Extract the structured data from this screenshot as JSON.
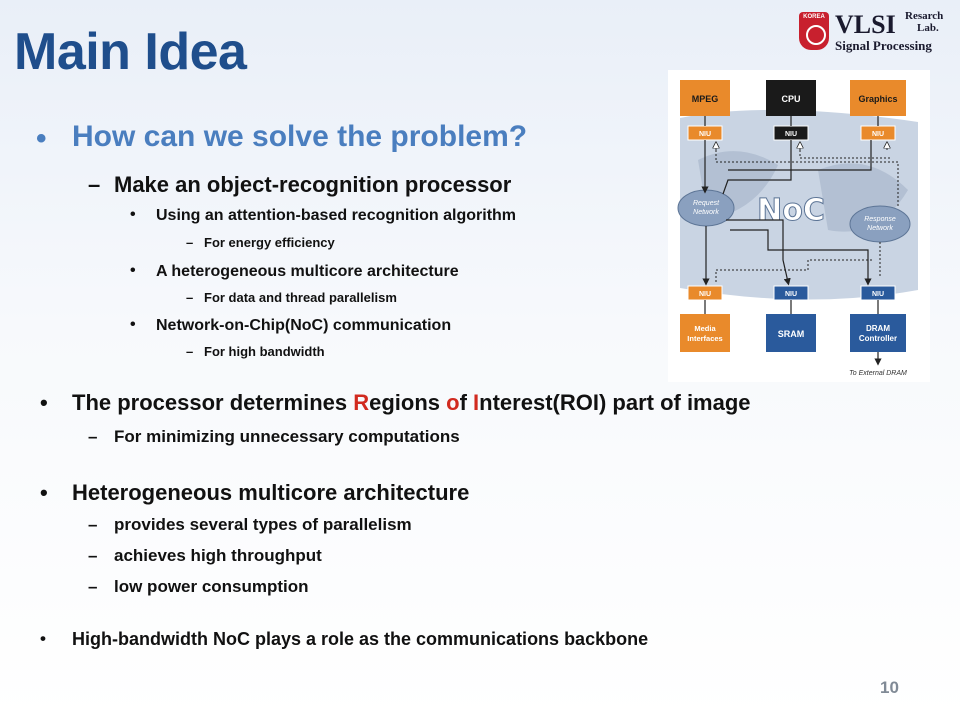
{
  "title": "Main Idea",
  "logo": {
    "seal_text": "KOREA",
    "name": "VLSI",
    "research": "Resarch",
    "lab": "Lab.",
    "division": "Signal Processing"
  },
  "content": {
    "q1": "How can we solve the problem?",
    "q1_sub": "Make an object-recognition processor",
    "items": [
      {
        "text": "Using an attention-based recognition algorithm",
        "sub": "For energy efficiency"
      },
      {
        "text": "A heterogeneous multicore architecture",
        "sub": "For data and thread parallelism"
      },
      {
        "text": "Network-on-Chip(NoC) communication",
        "sub": "For high bandwidth"
      }
    ],
    "roi": {
      "p1": "The processor determines ",
      "r": "R",
      "p2": "egions ",
      "o": "o",
      "p3": "f ",
      "i": "I",
      "p4": "nterest(ROI) part of image",
      "sub": "For minimizing unnecessary computations"
    },
    "hetero": {
      "text": "Heterogeneous multicore architecture",
      "subs": [
        "provides several types of parallelism",
        "achieves high throughput",
        "low power consumption"
      ]
    },
    "noc_line": "High-bandwidth NoC plays a role as the communications backbone"
  },
  "diagram": {
    "top_blocks": [
      "MPEG",
      "CPU",
      "Graphics"
    ],
    "bottom_blocks": [
      "Media\nInterfaces",
      "SRAM",
      "DRAM\nController"
    ],
    "niu": "NIU",
    "center": "NoC",
    "request": "Request\nNetwork",
    "response": "Response\nNetwork",
    "external": "To External DRAM",
    "colors": {
      "orange": "#e98a2b",
      "black": "#1a1a1a",
      "blue": "#2a5a9c"
    }
  },
  "page_number": "10"
}
